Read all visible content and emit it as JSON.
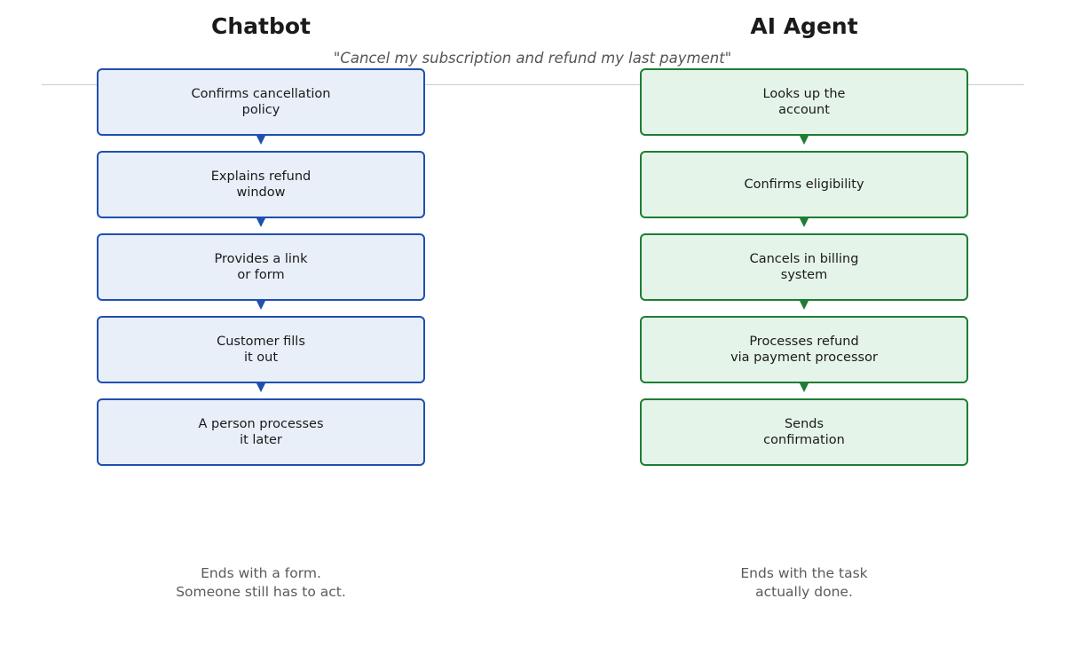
{
  "prompt": "\"Cancel my subscription and refund my last payment\"",
  "left": {
    "title": "Chatbot",
    "steps": [
      "Confirms cancellation\npolicy",
      "Explains refund\nwindow",
      "Provides a link\nor form",
      "Customer fills\nit out",
      "A person processes\nit later"
    ],
    "outcome": "Ends with a form.\nSomeone still has to act."
  },
  "right": {
    "title": "AI Agent",
    "steps": [
      "Looks up the\naccount",
      "Confirms eligibility",
      "Cancels in billing\nsystem",
      "Processes refund\nvia payment processor",
      "Sends\nconfirmation"
    ],
    "outcome": "Ends with the task\nactually done."
  },
  "colors": {
    "chatbot_border": "#1f4fb0",
    "chatbot_fill": "#e8eff9",
    "agent_border": "#1e7d34",
    "agent_fill": "#e5f4e8",
    "divider": "#c9ccd1"
  }
}
